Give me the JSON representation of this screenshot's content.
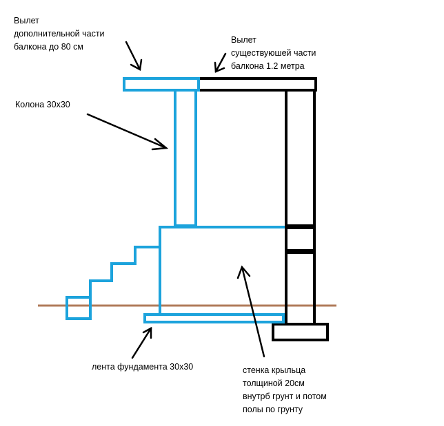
{
  "labels": {
    "extension_new": [
      "Вылет",
      "дополнительной части",
      "балкона до 80 см"
    ],
    "extension_existing": [
      "Вылет",
      "существуюшей части",
      "балкона 1.2 метра"
    ],
    "column": "Колона 30х30",
    "foundation": "лента фундамента 30х30",
    "porch_wall": [
      "стенка крыльца",
      "толщиной 20см",
      "внутрб грунт и потом",
      "полы по грунту"
    ]
  },
  "colors": {
    "new_structure": "#1ca3dc",
    "existing_structure": "#000000",
    "ground": "#b07b5a",
    "arrow": "#000000"
  }
}
